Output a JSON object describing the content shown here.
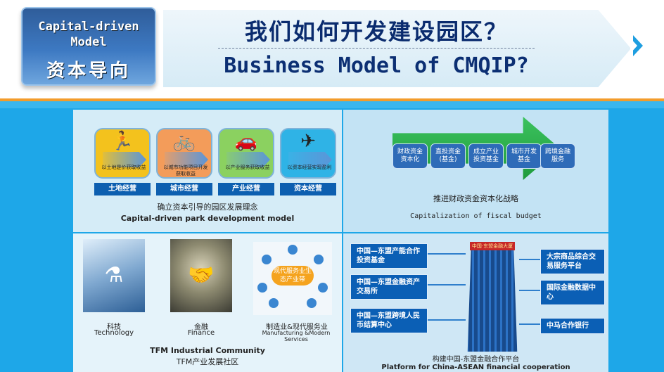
{
  "header": {
    "badge_en_line1": "Capital-driven",
    "badge_en_line2": "Model",
    "badge_cn": "资本导向",
    "title_cn": "我们如何开发建设园区？",
    "title_en": "Business Model of CMQIP?"
  },
  "panel_top_left": {
    "cards": [
      {
        "icon": "runner-icon",
        "glyph": "🏃",
        "color": "#f3c21d",
        "slogan": "以土地是价获取收益",
        "label": "土地经营"
      },
      {
        "icon": "bicycle-icon",
        "glyph": "🚲",
        "color": "#f39c5a",
        "slogan": "以城市功能项目开发获取收益",
        "label": "城市经营"
      },
      {
        "icon": "car-icon",
        "glyph": "🚗",
        "color": "#8bd160",
        "slogan": "以产业服务获取收益",
        "label": "产业经营"
      },
      {
        "icon": "airplane-icon",
        "glyph": "✈",
        "color": "#2fb3e6",
        "slogan": "以资本经营实现盈利",
        "label": "资本经营"
      }
    ],
    "caption_cn": "确立资本引导的园区发展理念",
    "caption_en": "Capital-driven park development model"
  },
  "panel_top_right": {
    "funds": [
      "财政资金资本化",
      "直投资金(基金)",
      "成立产业投资基金",
      "城市开发基金",
      "跨境金融服务"
    ],
    "caption_cn": "推进财政资金资本化战略",
    "caption_en": "Capitalization of fiscal budget"
  },
  "panel_bottom_left": {
    "items": [
      {
        "label_cn": "科技",
        "label_en": "Technology"
      },
      {
        "label_cn": "金融",
        "label_en": "Finance"
      },
      {
        "label_cn": "制造业&现代服务业",
        "label_en": "Manufacturing &Modern Services"
      }
    ],
    "hub_text": "现代服务业生态产业带",
    "caption_en": "TFM Industrial Community",
    "caption_cn": "TFM产业发展社区"
  },
  "panel_bottom_right": {
    "left_boxes": [
      "中国—东盟产能合作投资基金",
      "中国—东盟金融资产交易所",
      "中国—东盟跨境人民币结算中心"
    ],
    "right_boxes": [
      "大宗商品综合交易服务平台",
      "国际金融数据中心",
      "中马合作银行"
    ],
    "tower_sign": "中国·东盟金融大厦",
    "caption_cn": "构建中国-东盟金融合作平台",
    "caption_en": "Platform for China-ASEAN financial cooperation"
  }
}
